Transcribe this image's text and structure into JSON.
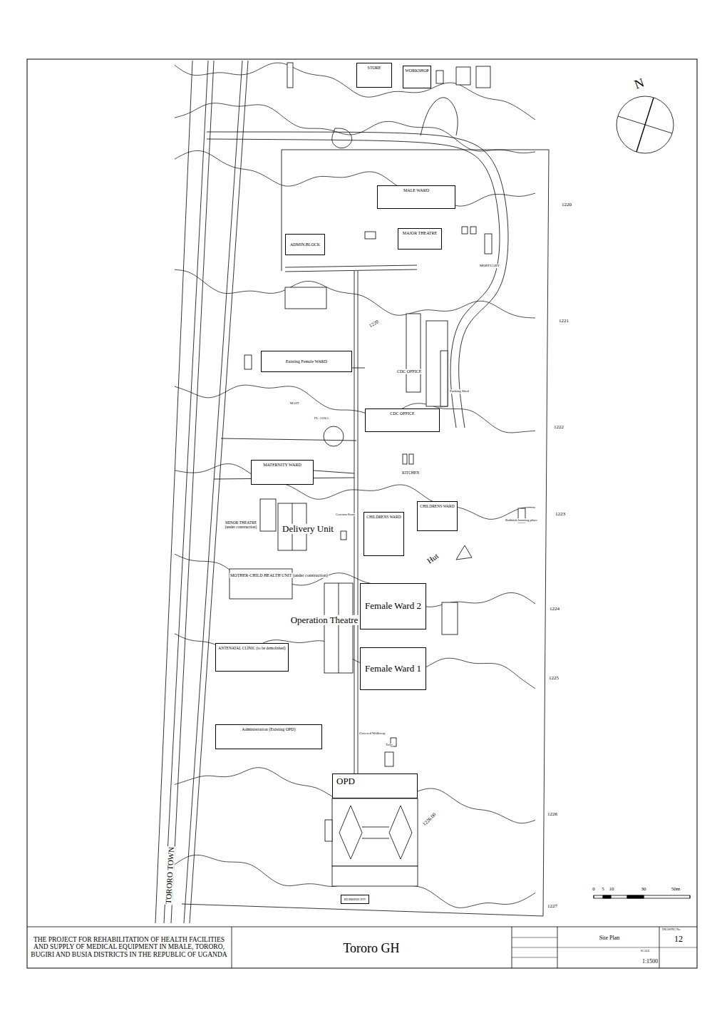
{
  "diagram": {
    "title": "Tororo GH",
    "nodes": [
      {
        "text": [
          "STORE"
        ]
      },
      {
        "text": [
          "WORKSHOP"
        ]
      },
      {
        "text": [
          "MALE WARD"
        ]
      },
      {
        "text": [
          "ADMIN.BLOCK"
        ]
      },
      {
        "text": [
          "MAJOR THEATRE"
        ]
      },
      {
        "text": [
          "Existing Female WARD"
        ]
      },
      {
        "text": [
          "CDC OFFICE"
        ]
      },
      {
        "text": [
          "MATERNITY WARD"
        ]
      },
      {
        "text": [
          "CHILDRENS WARD"
        ]
      },
      {
        "text": [
          "CHILDRENS WARD"
        ]
      },
      {
        "text": [
          "Female Ward 2"
        ]
      },
      {
        "text": [
          "Female Ward 1"
        ]
      },
      {
        "text": [
          "ANTENATAL CLINIC (to be demolished)"
        ]
      },
      {
        "text": [
          "Administration (Existing OPD)"
        ]
      },
      {
        "text": [
          "OPD"
        ]
      },
      {
        "text": [
          "RUBBISH PIT"
        ]
      }
    ],
    "labels": [
      "MORTUARY",
      "CDC OFFICE",
      "Parking Shed",
      "MAST",
      "FL: 1220.5",
      "KITCHEN",
      "MINOR THEATRE (under construction)",
      "Delivery Unit",
      "Generator Room",
      "Rubbish burning place",
      "Hut",
      "MOTHER-CHILD HEALTH UNIT (under construction)",
      "Operation Theatre",
      "Covered Walkway",
      "Toilet",
      "TORORO TOWN",
      "N",
      "1220",
      "1221",
      "1222",
      "1223",
      "1224",
      "1225",
      "1226",
      "1227",
      "1220",
      "1226.00",
      "0",
      "5",
      "10",
      "30",
      "50m",
      "THE PROJECT FOR REHABILITATION OF HEALTH FACILITIES AND SUPPLY OF MEDICAL EQUIPMENT IN MBALE, TORORO, BUGIRI AND BUSIA DISTRICTS IN THE REPUBLIC OF UGANDA",
      "Site Plan",
      "DRAWING No.",
      "12",
      "SCALE",
      "1:1500"
    ]
  }
}
